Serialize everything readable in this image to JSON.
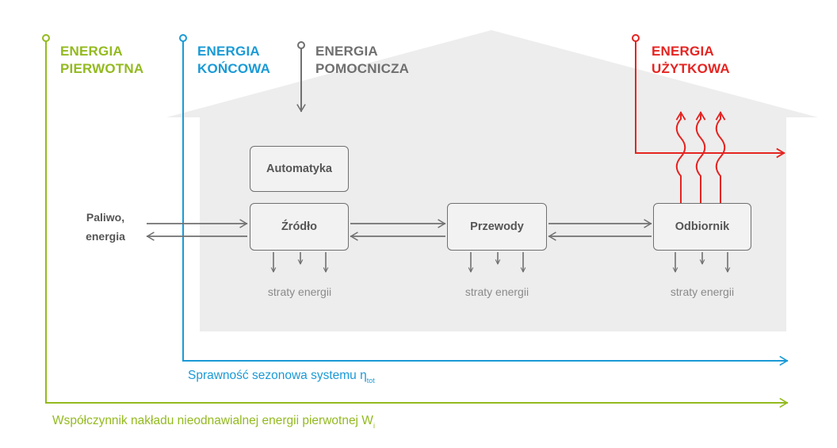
{
  "labels": {
    "primary_energy": [
      "ENERGIA",
      "PIERWOTNA"
    ],
    "final_energy": [
      "ENERGIA",
      "KOŃCOWA"
    ],
    "auxiliary_energy": [
      "ENERGIA",
      "POMOCNICZA"
    ],
    "useful_energy": [
      "ENERGIA",
      "UŻYTKOWA"
    ]
  },
  "blocks": {
    "automation": "Automatyka",
    "source": "Źródło",
    "pipes": "Przewody",
    "receiver": "Odbiornik"
  },
  "input": [
    "Paliwo,",
    "energia"
  ],
  "losses": "straty energii",
  "captions": {
    "efficiency_text": "Sprawność sezonowa systemu η",
    "efficiency_sub": "tot",
    "factor_text": "Współczynnik nakładu nieodnawialnej energii pierwotnej W",
    "factor_sub": "i"
  },
  "colors": {
    "primary": "#93ba1f",
    "final": "#1a9ad6",
    "auxiliary": "#6f6f6f",
    "useful": "#e52421",
    "house": "#ededed",
    "box_border": "#707070"
  }
}
